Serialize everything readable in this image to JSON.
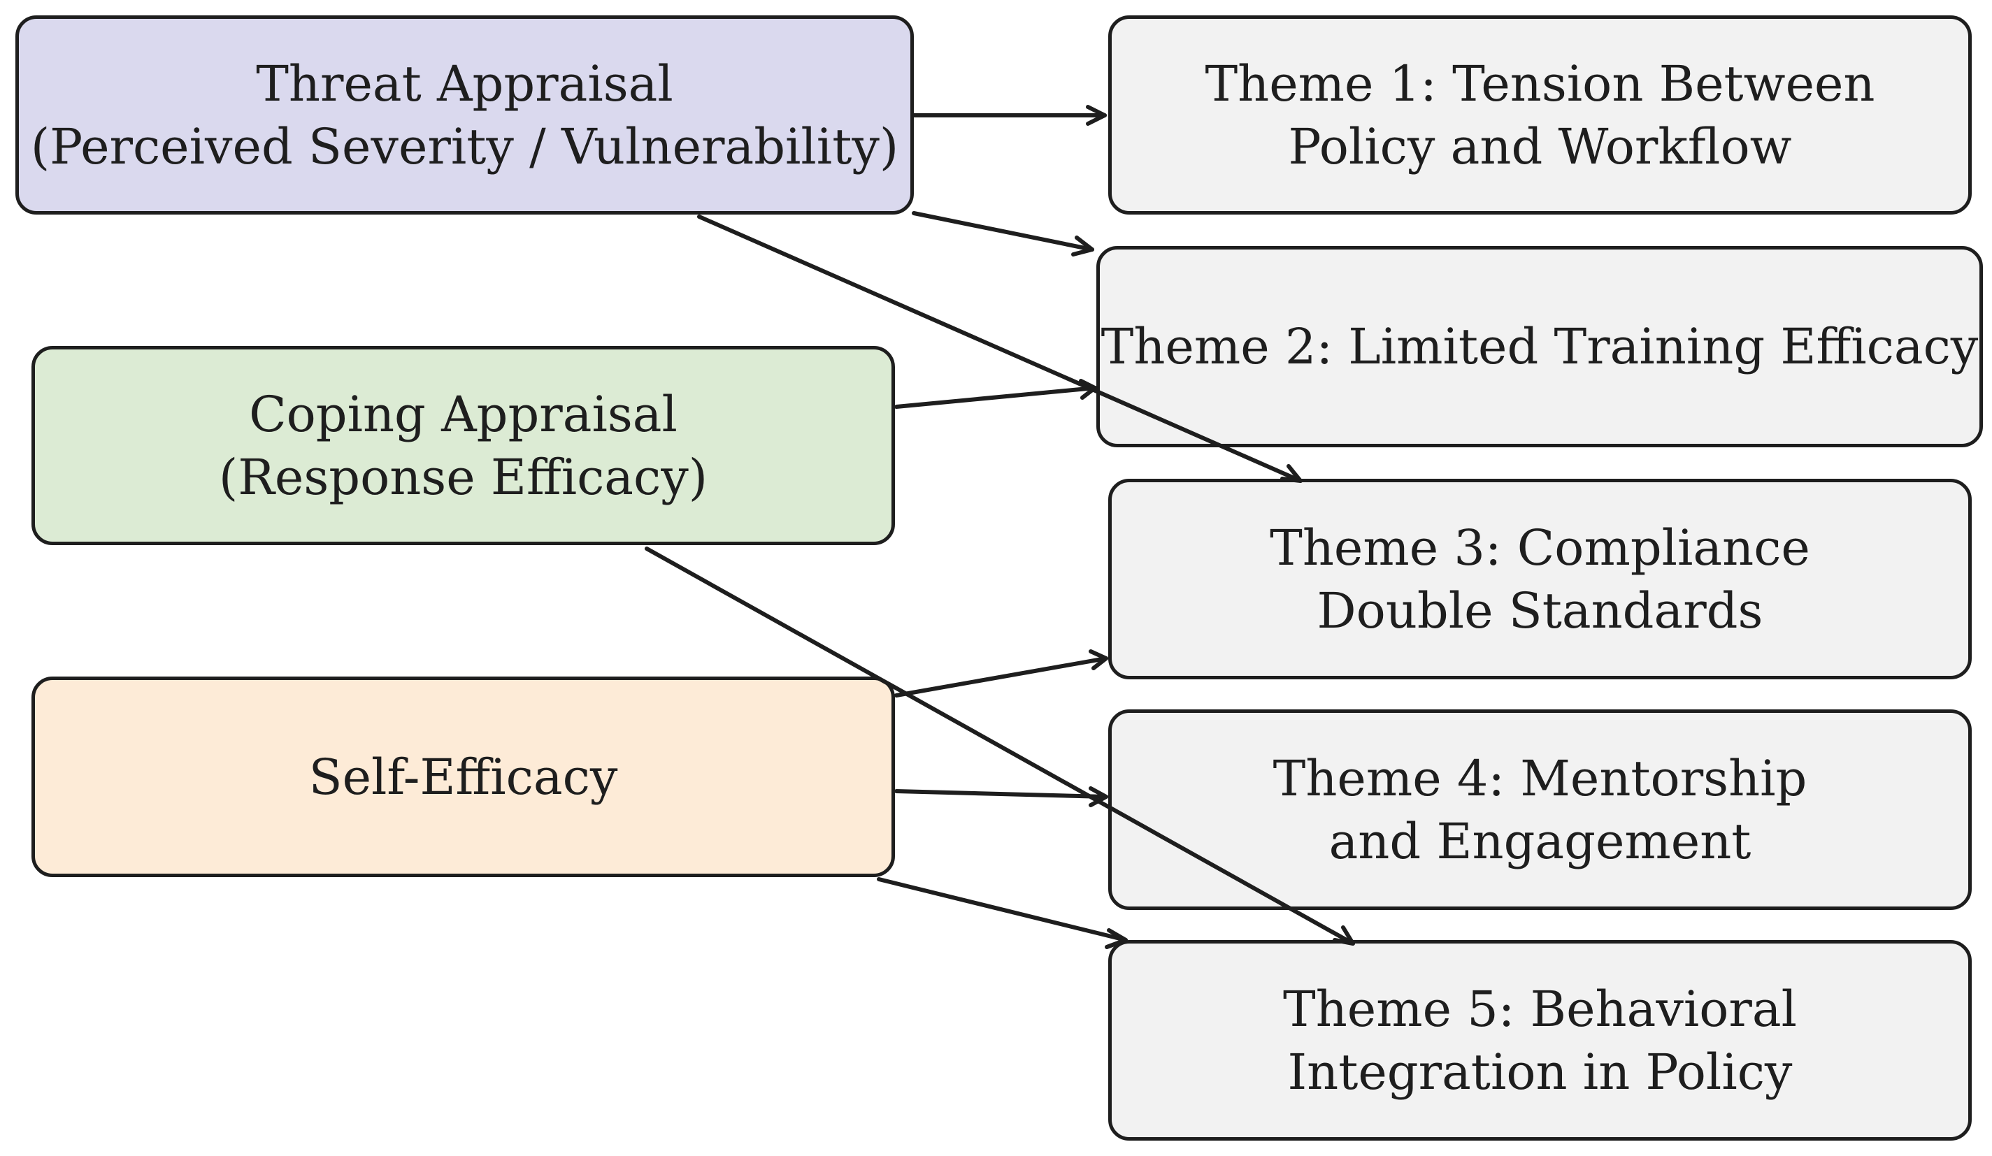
{
  "sources": [
    {
      "id": "threat",
      "lines": [
        "Threat Appraisal",
        "(Perceived Severity / Vulnerability)"
      ],
      "color": "#dad9ee"
    },
    {
      "id": "coping",
      "lines": [
        "Coping Appraisal",
        "(Response Efficacy)"
      ],
      "color": "#dcebd4"
    },
    {
      "id": "self",
      "lines": [
        "Self-Efficacy"
      ],
      "color": "#fdebd7"
    }
  ],
  "themes": [
    {
      "id": "t1",
      "lines": [
        "Theme 1: Tension Between",
        "Policy and Workflow"
      ],
      "color": "#f2f2f2"
    },
    {
      "id": "t2",
      "lines": [
        "Theme 2: Limited Training Efficacy"
      ],
      "color": "#f2f2f2"
    },
    {
      "id": "t3",
      "lines": [
        "Theme 3: Compliance",
        "Double Standards"
      ],
      "color": "#f2f2f2"
    },
    {
      "id": "t4",
      "lines": [
        "Theme 4: Mentorship",
        "and Engagement"
      ],
      "color": "#f2f2f2"
    },
    {
      "id": "t5",
      "lines": [
        "Theme 5: Behavioral",
        "Integration in Policy"
      ],
      "color": "#f2f2f2"
    }
  ],
  "edges": [
    {
      "from": "threat",
      "to": "t1"
    },
    {
      "from": "threat",
      "to": "t2"
    },
    {
      "from": "threat",
      "to": "t3"
    },
    {
      "from": "coping",
      "to": "t2"
    },
    {
      "from": "coping",
      "to": "t5"
    },
    {
      "from": "self",
      "to": "t3"
    },
    {
      "from": "self",
      "to": "t4"
    },
    {
      "from": "self",
      "to": "t5"
    }
  ],
  "colors": {
    "stroke": "#1e1e1e",
    "text": "#1e1e1e"
  }
}
